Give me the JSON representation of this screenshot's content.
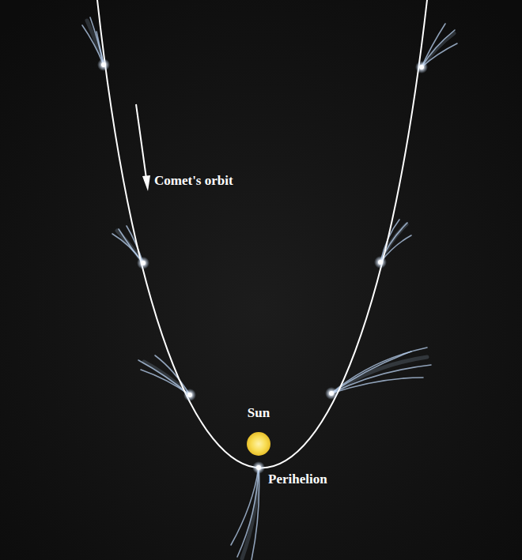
{
  "diagram": {
    "labels": [
      "Comet's orbit",
      "Sun",
      "Perihelion"
    ]
  }
}
